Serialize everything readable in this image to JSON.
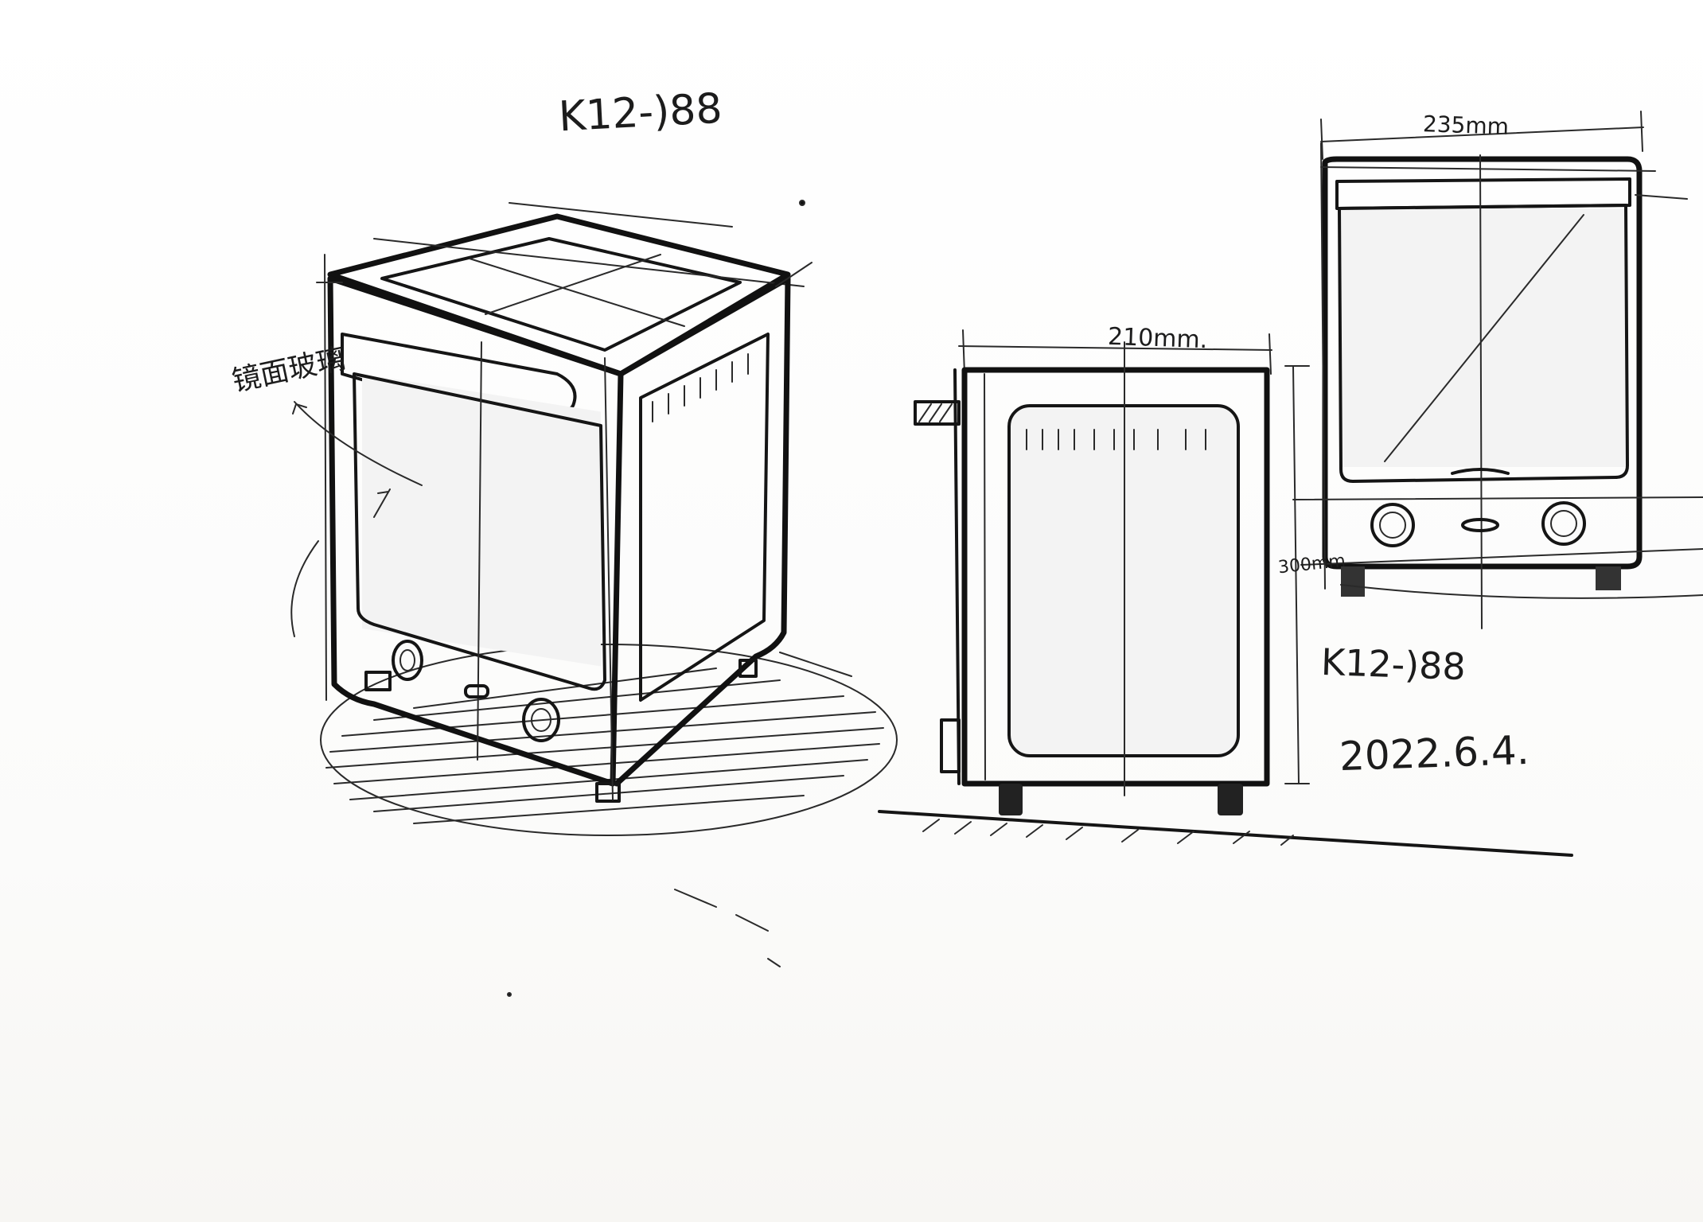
{
  "sketch": {
    "title_top": "K12-)88",
    "title_right": "K12-)88",
    "annotation_cn": "镜面玻璃",
    "dim_side_width": "210mm.",
    "dim_front_width": "235mm",
    "dim_height": "300mm",
    "date": "2022.6.4."
  },
  "icons": {
    "perspective": "toaster-oven-perspective-sketch",
    "side": "toaster-oven-side-view-sketch",
    "front": "toaster-oven-front-view-sketch"
  },
  "colors": {
    "paper": "#ffffff",
    "ink": "#161616"
  }
}
